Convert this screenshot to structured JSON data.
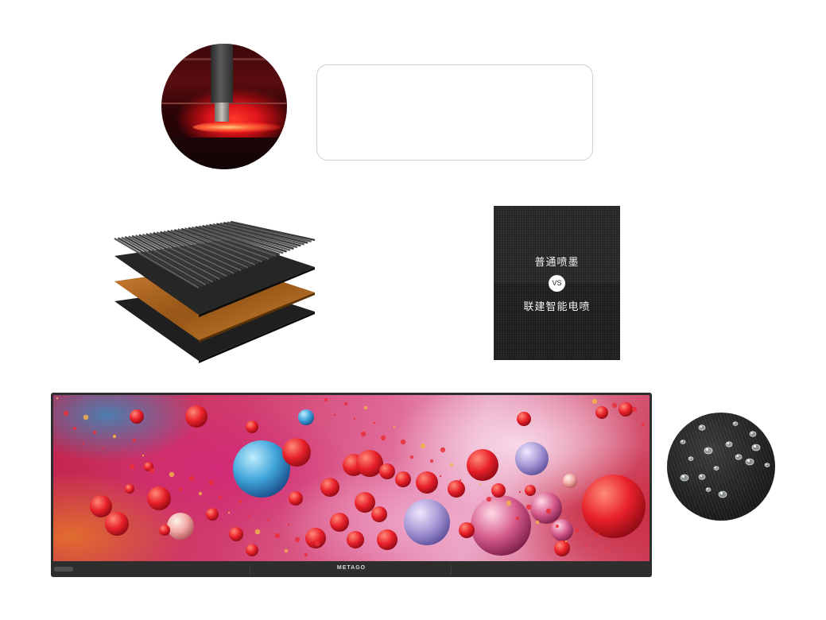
{
  "comparison_card": {
    "top_label": "普通喷墨",
    "vs_label": "VS",
    "bottom_label": "联建智能电喷"
  },
  "display": {
    "brand": "METAGO"
  },
  "colors": {
    "laser_red": "#e0141b",
    "layer_gold": "#b86a1e",
    "card_bg": "#1c1c1c",
    "display_bezel": "#2e2e2e"
  }
}
